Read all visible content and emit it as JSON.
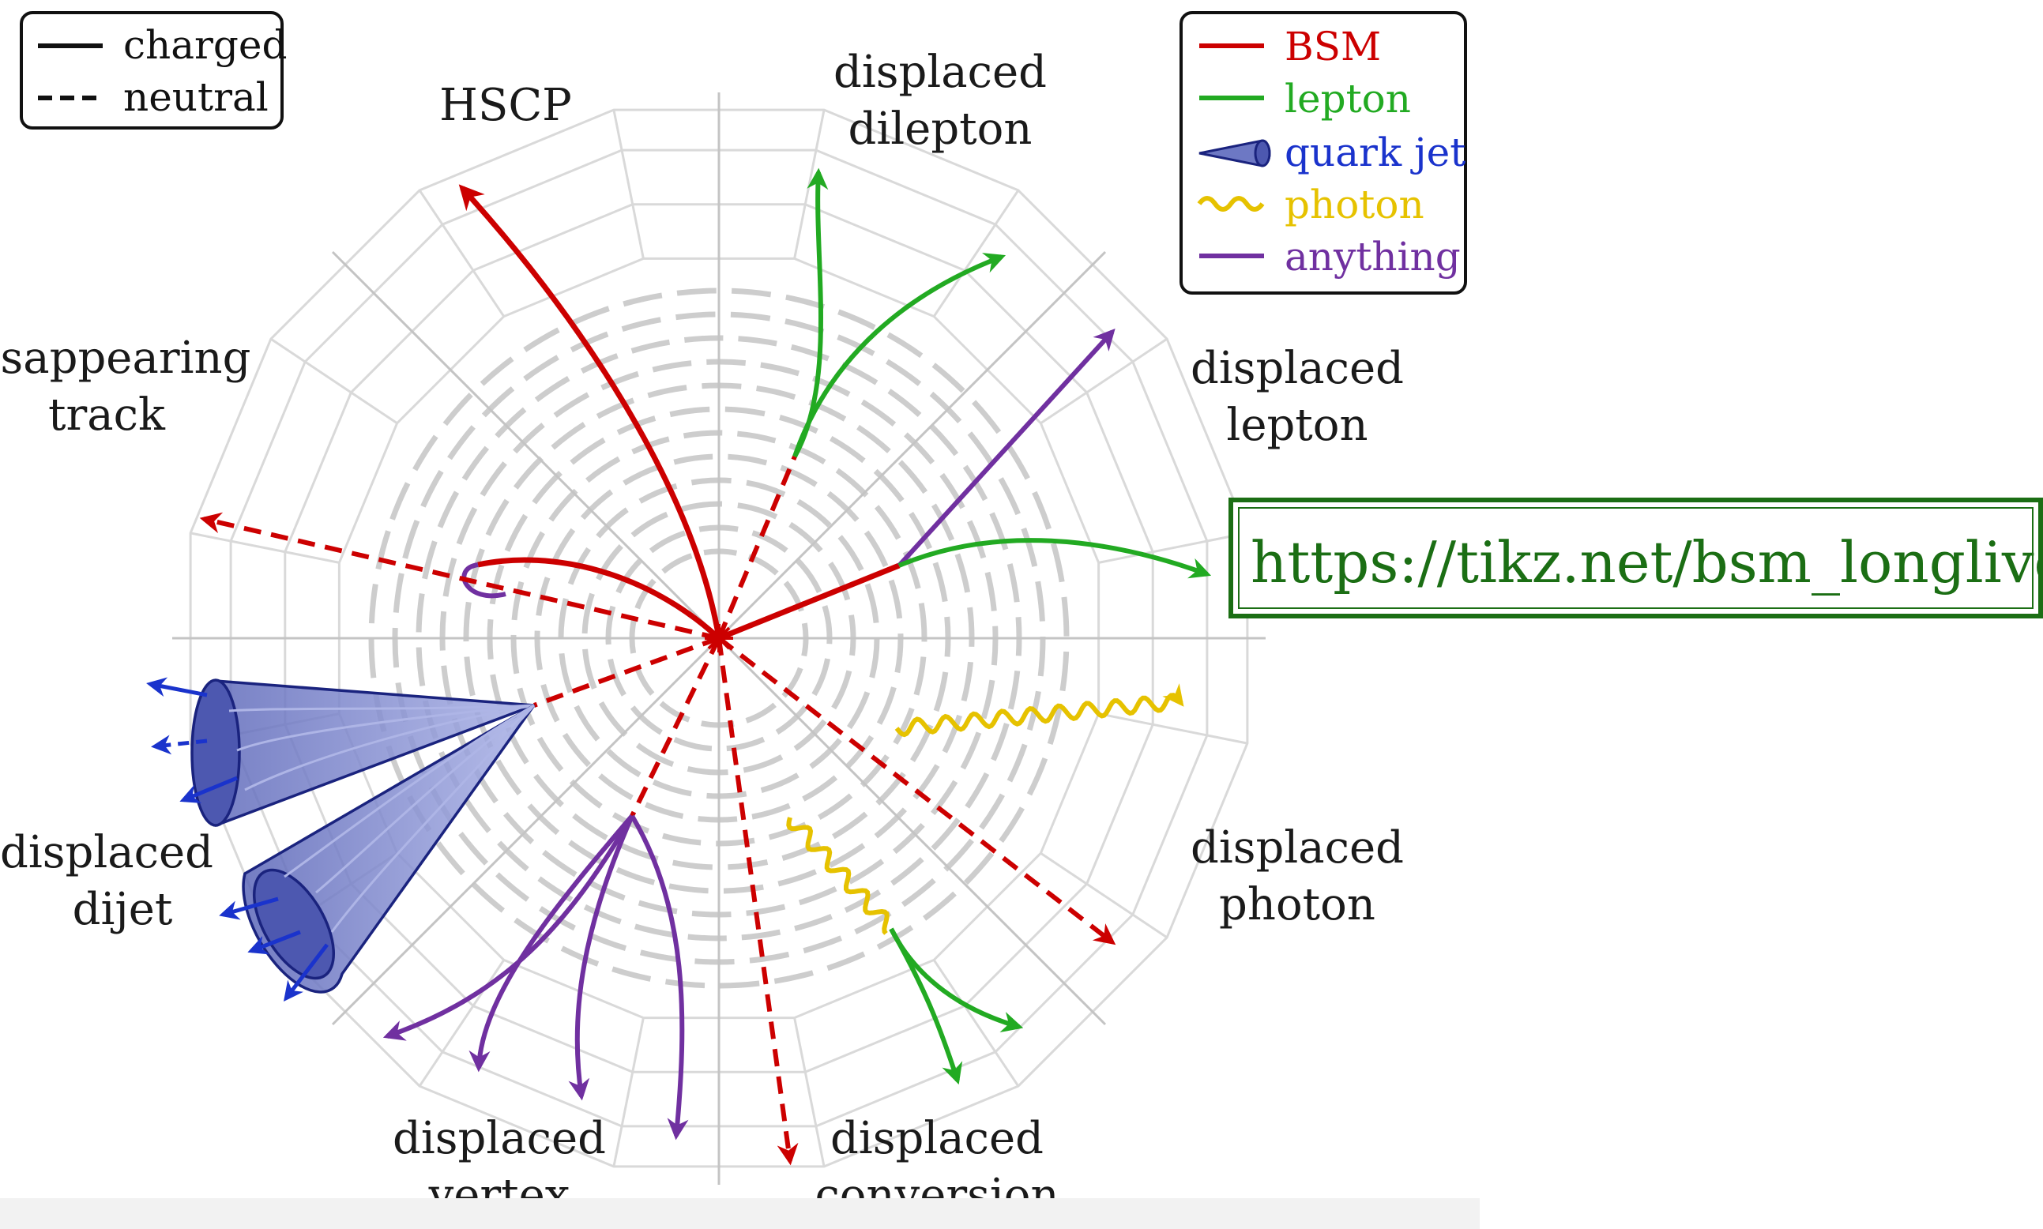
{
  "legend_linestyle": {
    "items": [
      {
        "style": "solid",
        "label": "charged"
      },
      {
        "style": "dashed",
        "label": "neutral"
      }
    ]
  },
  "legend_particles": {
    "items": [
      {
        "label": "BSM",
        "color": "#cc0000",
        "icon": "solid-line"
      },
      {
        "label": "lepton",
        "color": "#22aa22",
        "icon": "solid-line"
      },
      {
        "label": "quark jet",
        "color": "#1a33cc",
        "icon": "cone"
      },
      {
        "label": "photon",
        "color": "#e6c200",
        "icon": "wavy-line"
      },
      {
        "label": "anything",
        "color": "#7030a0",
        "icon": "solid-line"
      }
    ]
  },
  "signatures": {
    "hscp": {
      "line1": "HSCP"
    },
    "displaced_dilepton": {
      "line1": "displaced",
      "line2": "dilepton"
    },
    "displaced_lepton": {
      "line1": "displaced",
      "line2": "lepton"
    },
    "disappearing_track": {
      "line1": "isappearing",
      "line2": "track"
    },
    "displaced_photon": {
      "line1": "displaced",
      "line2": "photon"
    },
    "displaced_dijet": {
      "line1": "displaced",
      "line2": "dijet"
    },
    "displaced_vertex": {
      "line1": "displaced",
      "line2": "vertex"
    },
    "displaced_conversion": {
      "line1": "displaced",
      "line2": "conversion"
    }
  },
  "source_url": "https://tikz.net/bsm_longlived/",
  "colors": {
    "bsm": "#cc0000",
    "lepton": "#22aa22",
    "jet": "#1a33cc",
    "jet_fill": "#7b86cc",
    "photon": "#e6c200",
    "anything": "#7030a0",
    "detector_lines": "#cccccc",
    "tracker_dashes": "#cdcdcd",
    "url_frame": "#1b6e14"
  }
}
